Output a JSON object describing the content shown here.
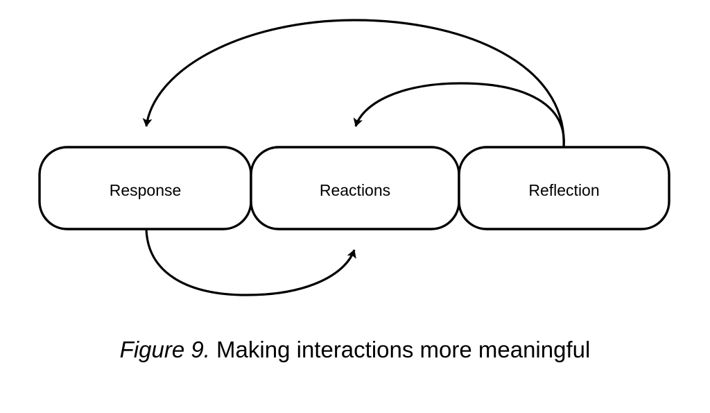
{
  "figure": {
    "caption_prefix": "Figure 9.",
    "caption_text": " Making interactions more meaningful",
    "caption_full": "Figure 9. Making interactions more meaningful"
  },
  "colors": {
    "stroke": "#000000",
    "fill": "#ffffff",
    "background": "#ffffff",
    "text": "#000000"
  },
  "diagram": {
    "type": "cycle-flow",
    "nodes": [
      {
        "id": "response",
        "label": "Response"
      },
      {
        "id": "reactions",
        "label": "Reactions"
      },
      {
        "id": "reflection",
        "label": "Reflection"
      }
    ],
    "edges": [
      {
        "id": "reflection-to-response",
        "from": "Reflection",
        "to": "Response",
        "arrowhead": "to",
        "route": "arc-above-outer"
      },
      {
        "id": "reflection-to-reactions",
        "from": "Reflection",
        "to": "Reactions",
        "arrowhead": "to",
        "route": "arc-above-inner"
      },
      {
        "id": "response-to-reactions",
        "from": "Response",
        "to": "Reactions",
        "arrowhead": "to",
        "route": "arc-below"
      }
    ]
  }
}
